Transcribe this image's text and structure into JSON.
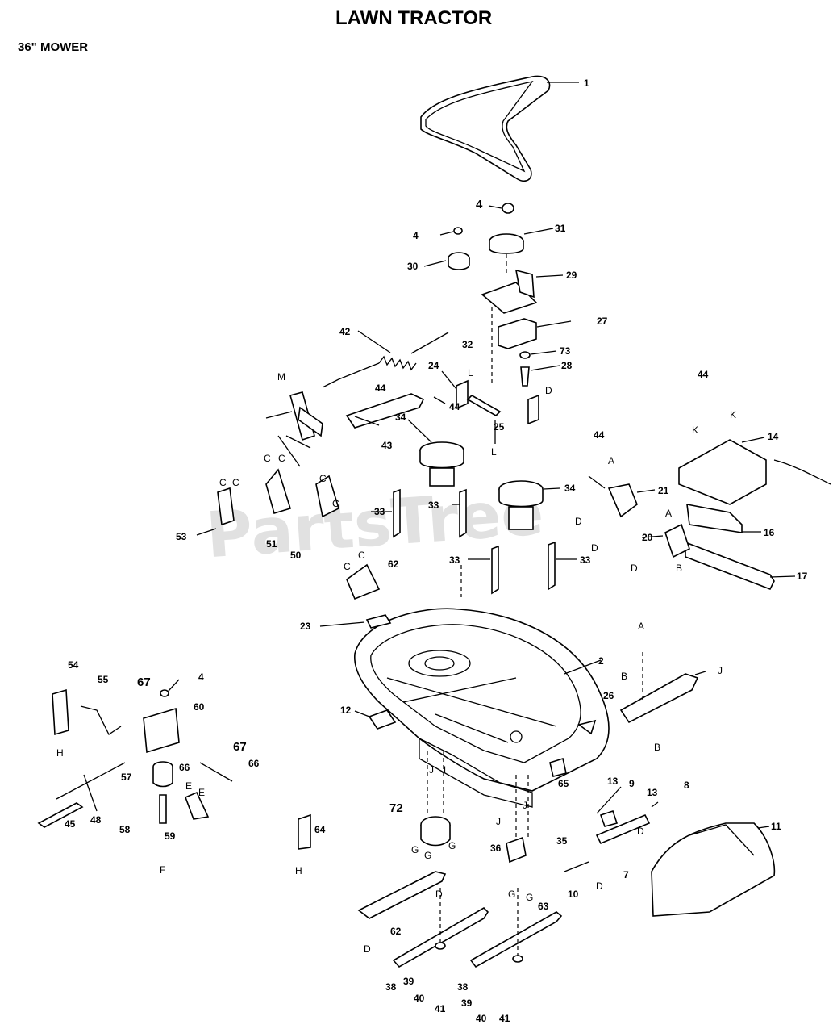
{
  "title": "LAWN TRACTOR",
  "subtitle": "36\" MOWER",
  "watermark": "PartsTree",
  "callouts": [
    "1",
    "2",
    "4",
    "4",
    "4",
    "7",
    "8",
    "9",
    "10",
    "11",
    "12",
    "13",
    "13",
    "14",
    "16",
    "17",
    "20",
    "21",
    "23",
    "24",
    "25",
    "26",
    "27",
    "28",
    "29",
    "30",
    "31",
    "32",
    "33",
    "33",
    "33",
    "33",
    "34",
    "34",
    "35",
    "36",
    "38",
    "38",
    "39",
    "39",
    "40",
    "40",
    "41",
    "41",
    "42",
    "43",
    "44",
    "44",
    "44",
    "44",
    "45",
    "48",
    "50",
    "51",
    "53",
    "54",
    "55",
    "57",
    "58",
    "59",
    "60",
    "62",
    "62",
    "63",
    "64",
    "65",
    "66",
    "66",
    "67",
    "67",
    "72",
    "73"
  ],
  "refs": [
    "A",
    "A",
    "A",
    "B",
    "B",
    "B",
    "C",
    "C",
    "C",
    "C",
    "C",
    "C",
    "C",
    "C",
    "D",
    "D",
    "D",
    "D",
    "D",
    "D",
    "D",
    "D",
    "E",
    "E",
    "F",
    "G",
    "G",
    "G",
    "G",
    "G",
    "H",
    "H",
    "J",
    "J",
    "J",
    "J",
    "J",
    "K",
    "K",
    "L",
    "L",
    "M"
  ]
}
